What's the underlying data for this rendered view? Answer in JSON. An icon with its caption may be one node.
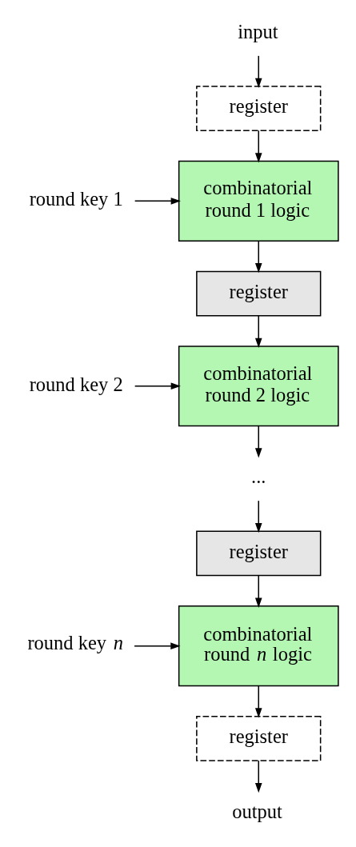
{
  "diagram": {
    "nodes": [
      {
        "text": [
          "input"
        ]
      },
      {
        "text": [
          "register"
        ]
      },
      {
        "text": [
          "combinatorial round 1 logic"
        ]
      },
      {
        "text": [
          "round key 1"
        ]
      },
      {
        "text": [
          "register"
        ]
      },
      {
        "text": [
          "combinatorial round 2 logic"
        ]
      },
      {
        "text": [
          "round key 2"
        ]
      },
      {
        "text": [
          "..."
        ]
      },
      {
        "text": [
          "register"
        ]
      },
      {
        "text": [
          "combinatorial round *n* logic"
        ]
      },
      {
        "text": [
          "round key *n*"
        ]
      },
      {
        "text": [
          "register"
        ]
      },
      {
        "text": [
          "output"
        ]
      }
    ],
    "edges": [
      {
        "from": 0,
        "to": 1,
        "arrow": "to"
      },
      {
        "from": 1,
        "to": 2,
        "arrow": "to"
      },
      {
        "from": 3,
        "to": 2,
        "arrow": "to"
      },
      {
        "from": 2,
        "to": 4,
        "arrow": "to"
      },
      {
        "from": 4,
        "to": 5,
        "arrow": "to"
      },
      {
        "from": 6,
        "to": 5,
        "arrow": "to"
      },
      {
        "from": 5,
        "to": 7,
        "arrow": "to"
      },
      {
        "from": 7,
        "to": 8,
        "arrow": "to"
      },
      {
        "from": 8,
        "to": 9,
        "arrow": "to"
      },
      {
        "from": 10,
        "to": 9,
        "arrow": "to"
      },
      {
        "from": 9,
        "to": 11,
        "arrow": "to"
      },
      {
        "from": 11,
        "to": 12,
        "arrow": "to"
      }
    ]
  }
}
